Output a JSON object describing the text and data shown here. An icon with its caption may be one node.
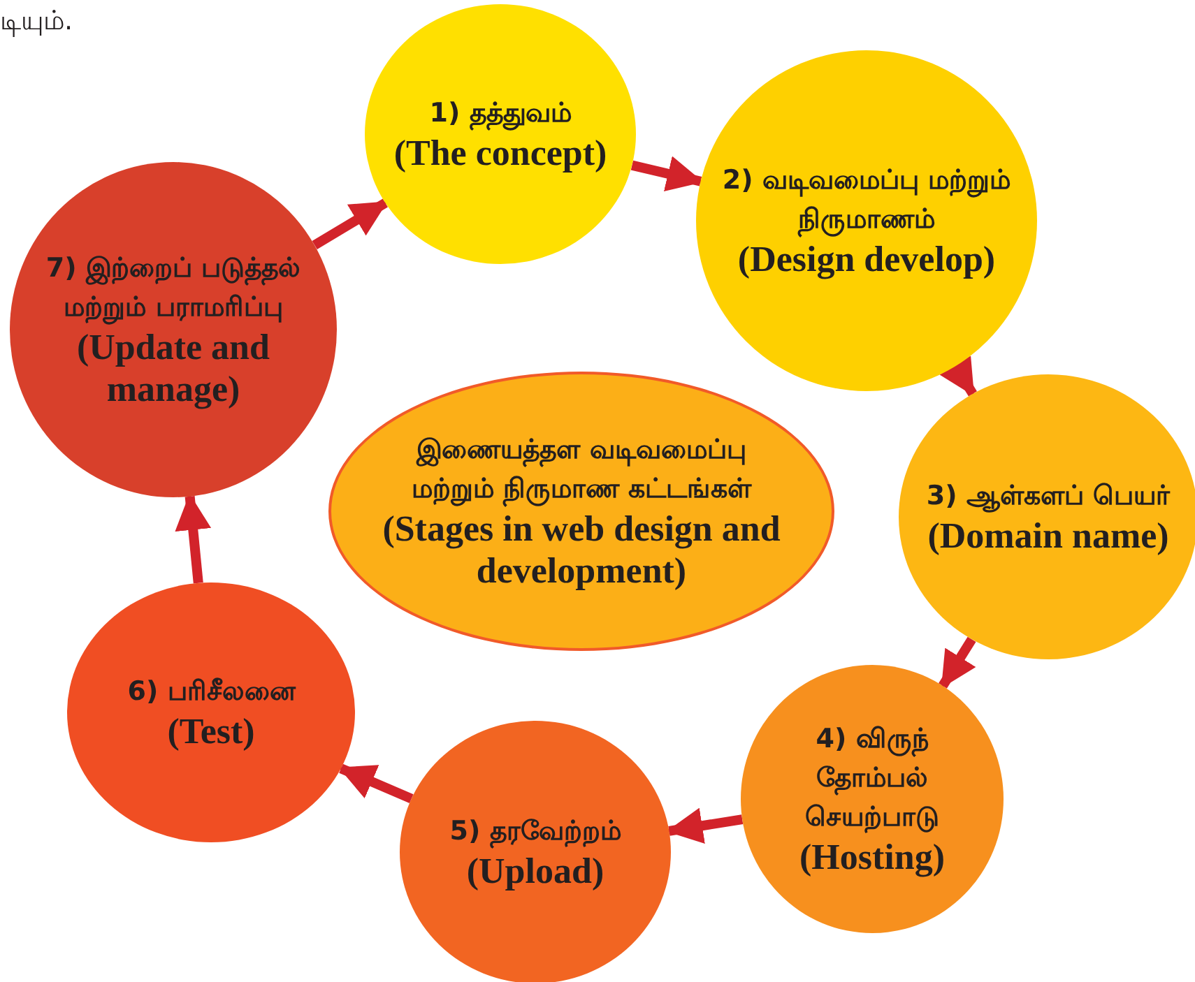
{
  "diagram": {
    "nodes": [
      {
        "text": [
          "1) தத்துவம்",
          "(The concept)"
        ]
      },
      {
        "text": [
          "2) வடிவமைப்பு மற்றும் நிருமாணம்",
          "(Design develop)"
        ]
      },
      {
        "text": [
          "3) ஆள்களப் பெயர்",
          "(Domain name)"
        ]
      },
      {
        "text": [
          "4) விருந் தோம்பல் செயற்பாடு",
          "(Hosting)"
        ]
      },
      {
        "text": [
          "5) தரவேற்றம்",
          "(Upload)"
        ]
      },
      {
        "text": [
          "6) பரிசீலனை",
          "(Test)"
        ]
      },
      {
        "text": [
          "7) இற்றைப் படுத்தல் மற்றும் பராமரிப்பு",
          "(Update and manage)"
        ]
      },
      {
        "text": [
          "இணையத்தள வடிவமைப்பு மற்றும் நிருமாண கட்டங்கள்",
          "(Stages in web design and development)"
        ]
      }
    ],
    "edges": [
      {
        "from": 0,
        "to": 1,
        "arrow": "to"
      },
      {
        "from": 1,
        "to": 2,
        "arrow": "to"
      },
      {
        "from": 2,
        "to": 3,
        "arrow": "to"
      },
      {
        "from": 3,
        "to": 4,
        "arrow": "to"
      },
      {
        "from": 4,
        "to": 5,
        "arrow": "to"
      },
      {
        "from": 5,
        "to": 6,
        "arrow": "to"
      },
      {
        "from": 6,
        "to": 0,
        "arrow": "to"
      }
    ],
    "labels": [
      "டியும்."
    ]
  }
}
